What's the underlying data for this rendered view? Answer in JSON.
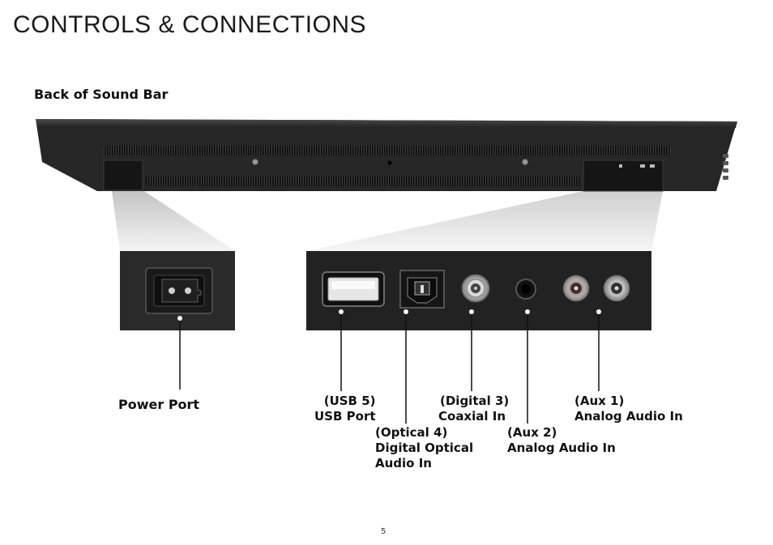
{
  "page": {
    "title": "CONTROLS & CONNECTIONS",
    "subtitle": "Back of Sound Bar",
    "page_number": "5"
  },
  "ports": {
    "power": {
      "line1": "Power Port"
    },
    "usb": {
      "line1": "(USB 5)",
      "line2": "USB Port"
    },
    "optical": {
      "line1": "(Optical 4)",
      "line2": "Digital Optical",
      "line3": "Audio In"
    },
    "coaxial": {
      "line1": "(Digital 3)",
      "line2": "Coaxial In"
    },
    "aux2": {
      "line1": "(Aux 2)",
      "line2": "Analog Audio In"
    },
    "aux1": {
      "line1": "(Aux 1)",
      "line2": "Analog Audio In"
    }
  },
  "colors": {
    "soundbar": "#2a2a2a",
    "panel": "#222222",
    "grille": "#0a0a0a",
    "zoom_gradient_top": "#bdbdbd",
    "rca_red": "#c0392b"
  }
}
